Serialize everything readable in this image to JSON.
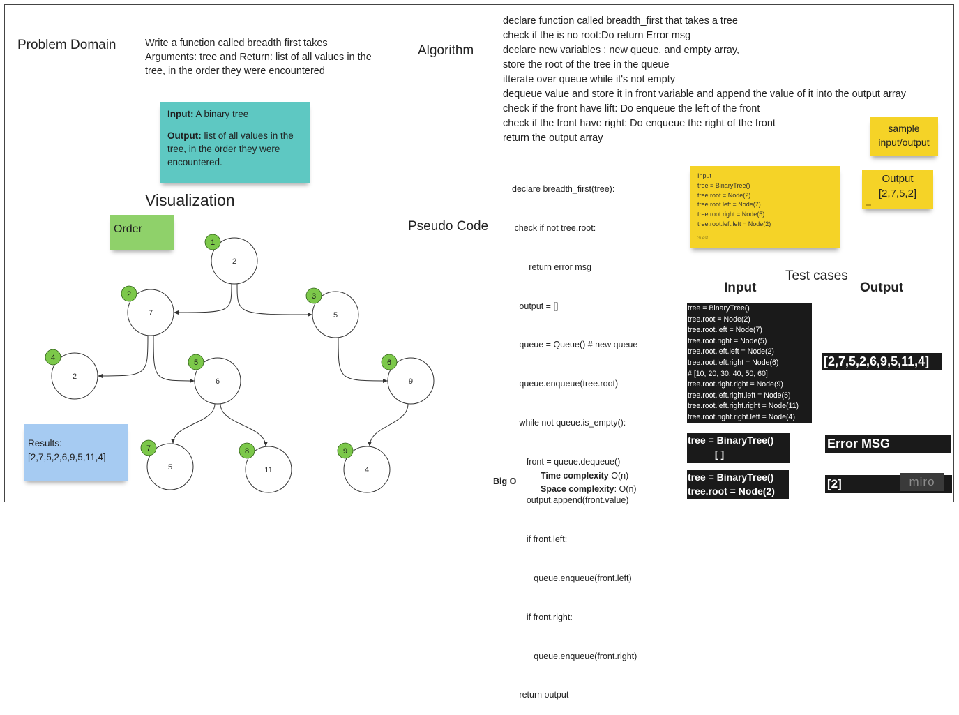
{
  "problem": {
    "heading": "Problem Domain",
    "description": [
      "Write a function called breadth first takes",
      "Arguments: tree and Return: list of all values in the",
      "tree, in the order they were encountered"
    ]
  },
  "io_note": {
    "input_label": "Input:",
    "input_value": " A binary tree",
    "output_label": "Output:",
    "output_value": " list of all values in the tree, in the order they were encountered."
  },
  "visualization": {
    "heading": "Visualization",
    "order_label": "Order",
    "nodes": [
      {
        "value": "2",
        "order": "1"
      },
      {
        "value": "7",
        "order": "2"
      },
      {
        "value": "5",
        "order": "3"
      },
      {
        "value": "2",
        "order": "4"
      },
      {
        "value": "6",
        "order": "5"
      },
      {
        "value": "9",
        "order": "6"
      },
      {
        "value": "5",
        "order": "7"
      },
      {
        "value": "11",
        "order": "8"
      },
      {
        "value": "4",
        "order": "9"
      }
    ],
    "edges": [
      [
        0,
        1
      ],
      [
        0,
        2
      ],
      [
        1,
        3
      ],
      [
        1,
        4
      ],
      [
        2,
        5
      ],
      [
        4,
        6
      ],
      [
        4,
        7
      ],
      [
        5,
        8
      ]
    ],
    "results_label": "Results:",
    "results_value": "[2,7,5,2,6,9,5,11,4]"
  },
  "algorithm": {
    "heading": "Algorithm",
    "steps": [
      "declare function called breadth_first that takes a tree",
      "check if the is no root:Do return Error msg",
      "declare new variables : new queue, and empty array,",
      "store the root of the tree in the queue",
      "itterate over queue while it's not empty",
      "dequeue value and store it in front variable and append the value of it into the output array",
      "check if the front have lift: Do enqueue the left of the front",
      "check if the front have right: Do enqueue the right of the front",
      "return the output array"
    ]
  },
  "pseudo": {
    "heading": "Pseudo Code",
    "lines": [
      "declare breadth_first(tree):",
      " check if not tree.root:",
      "       return error msg",
      "   output = []",
      "   queue = Queue() # new queue",
      "   queue.enqueue(tree.root)",
      "   while not queue.is_empty():",
      "      front = queue.dequeue()",
      "      output.append(front.value)",
      "      if front.left:",
      "         queue.enqueue(front.left)",
      "      if front.right:",
      "         queue.enqueue(front.right)",
      "   return output"
    ]
  },
  "sample": {
    "label": "sample input/output",
    "input_lines": [
      "Input",
      "tree = BinaryTree()",
      "tree.root = Node(2)",
      "tree.root.left = Node(7)",
      "tree.root.right = Node(5)",
      "tree.root.left.left = Node(2)"
    ],
    "author": "Guest",
    "output_title": "Output",
    "output_value": "[2,7,5,2]"
  },
  "tests": {
    "heading": "Test cases",
    "input_header": "Input",
    "output_header": "Output",
    "case1_lines": [
      "tree = BinaryTree()",
      "tree.root = Node(2)",
      "tree.root.left = Node(7)",
      "tree.root.right = Node(5)",
      "tree.root.left.left = Node(2)",
      "tree.root.left.right = Node(6)",
      "# [10, 20, 30, 40, 50, 60]",
      "tree.root.right.right = Node(9)",
      "tree.root.left.right.left = Node(5)",
      "tree.root.left.right.right = Node(11)",
      "tree.root.right.right.left = Node(4)"
    ],
    "case1_output": "[2,7,5,2,6,9,5,11,4]",
    "case2_lines": [
      "tree = BinaryTree()",
      "          [ ]"
    ],
    "case2_output": "Error MSG",
    "case3_lines": [
      "tree = BinaryTree()",
      "tree.root = Node(2)"
    ],
    "case3_output": "[2]"
  },
  "bigo": {
    "label": "Big O",
    "time_label": "Time complexity",
    "time_value": "O(n)",
    "space_label": "Space complexity",
    "space_value": ": O(n)"
  },
  "watermark": "miro",
  "colors": {
    "teal": "#5ec8c2",
    "green": "#8fd16a",
    "node_badge": "#7cc84a",
    "blue": "#a6cbf2",
    "yellow": "#f5d327",
    "dark": "#1a1a1a"
  }
}
